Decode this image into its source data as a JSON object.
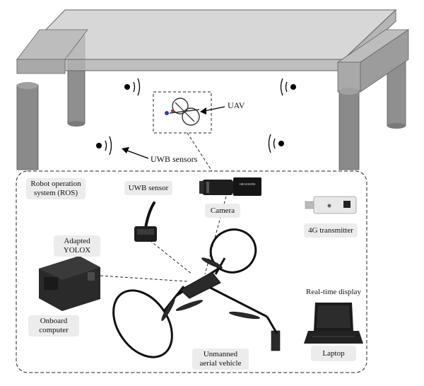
{
  "top_labels": {
    "uav": "UAV",
    "uwb_sensors": "UWB sensors"
  },
  "components": {
    "ros": "Robot operation\nsystem (ROS)",
    "uwb_sensor": "UWB sensor",
    "camera": "Camera",
    "transmitter": "4G transmitter",
    "yolox": "Adapted\nYOLOX",
    "onboard_computer": "Onboard\ncomputer",
    "realtime_display": "Real-time display",
    "laptop": "Laptop",
    "unmanned_vehicle": "Unmanned\naerial vehicle"
  },
  "device_logos": {
    "camera_brand": "HIKVISION"
  },
  "colors": {
    "table_top": "#c9c9c9",
    "legs": "#8f8f8f",
    "box_fill": "#ececec",
    "drone_body": "#2a2a2a"
  }
}
